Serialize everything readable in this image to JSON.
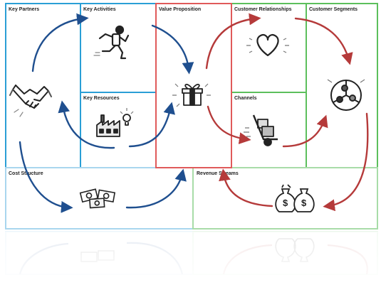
{
  "canvas": {
    "blocks": {
      "key_partners": "Key Partners",
      "key_activities": "Key Activities",
      "key_resources": "Key Resources",
      "value_proposition": "Value Proposition",
      "customer_relationships": "Customer Relationships",
      "channels": "Channels",
      "customer_segments": "Customer Segments",
      "cost_structure": "Cost Structure",
      "revenue_streams": "Revenue Streams"
    },
    "colors": {
      "blue_blocks": "#2a9fd6",
      "value_block": "#e05a5a",
      "green_blocks": "#5cbf5c",
      "blue_arrows": "#1f4f8f",
      "red_arrows": "#b53a3a"
    },
    "icons": [
      "handshake-icon",
      "running-person-icon",
      "factory-icon",
      "gift-box-icon",
      "heart-icon",
      "hand-truck-icon",
      "customer-pie-icon",
      "money-bills-icon",
      "money-bags-icon"
    ]
  }
}
